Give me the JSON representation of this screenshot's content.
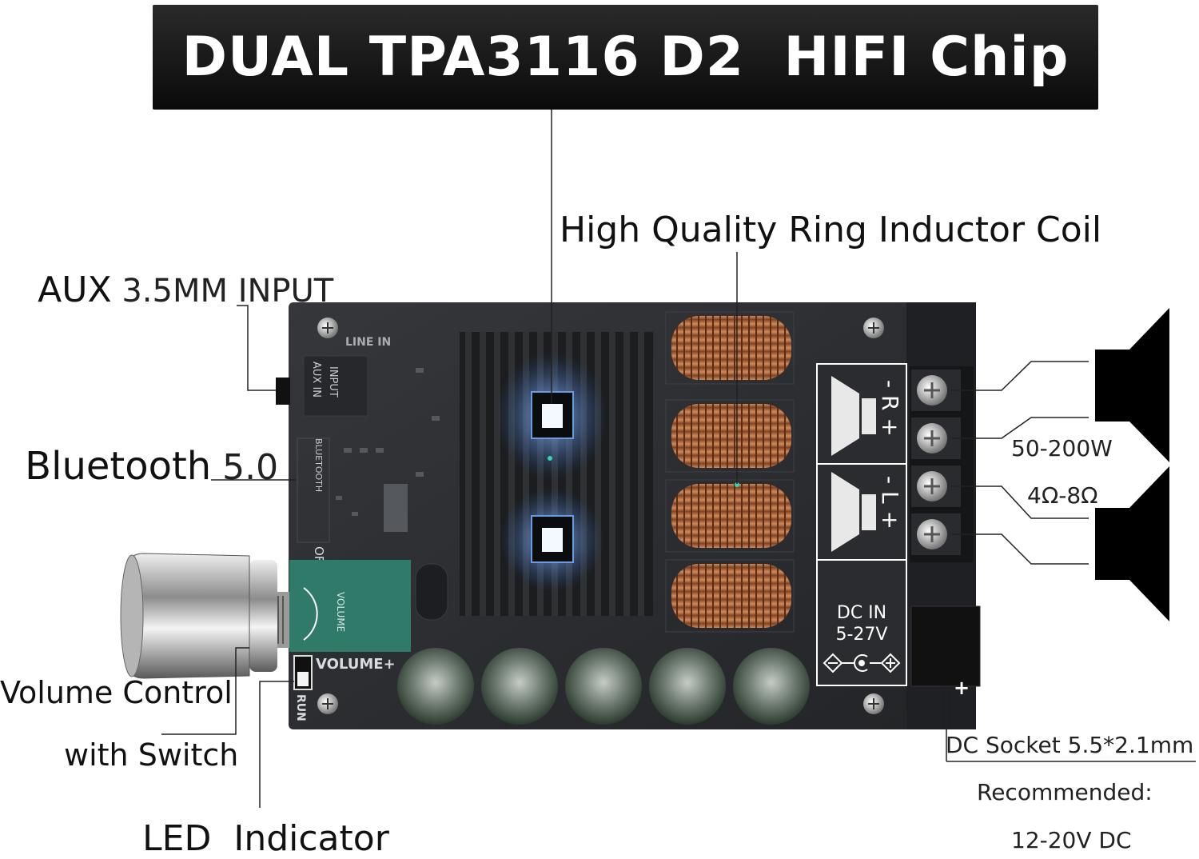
{
  "title": "DUAL TPA3116 D2  HIFI Chip",
  "callouts": {
    "inductor": "High Quality Ring Inductor Coil",
    "aux_bold": "AUX",
    "aux_rest": " 3.5MM INPUT",
    "bluetooth_bold": "Bluetooth",
    "bluetooth_rest": " 5.0",
    "volume_line1": "Volume Control",
    "volume_line2": "with Switch",
    "led_bold": "LED",
    "led_rest": "  Indicator",
    "power": "50-200W",
    "impedance": "4Ω-8Ω",
    "dc_socket": "DC Socket 5.5*2.1mm",
    "recommended": "Recommended:",
    "recommended_value": "12-20V DC"
  },
  "board": {
    "line_in": "LINE IN",
    "input": "INPUT",
    "aux_in": "AUX IN",
    "bluetooth": "BLUETOOTH",
    "off": "OFF",
    "volume": "VOLUME",
    "volume_plus": "VOLUME+",
    "run": "RUN",
    "r_channel": "- R +",
    "l_channel": "- L +",
    "dc_in": "DC IN",
    "voltage_range": "5-27V",
    "plus": "+"
  },
  "colors": {
    "board": "#2b2d30",
    "heatsink": "#1c1d1f",
    "chip_glow": "#3b7bd8",
    "copper": "#b8663a",
    "green_module": "#2f7a68",
    "banner": "#111111"
  }
}
